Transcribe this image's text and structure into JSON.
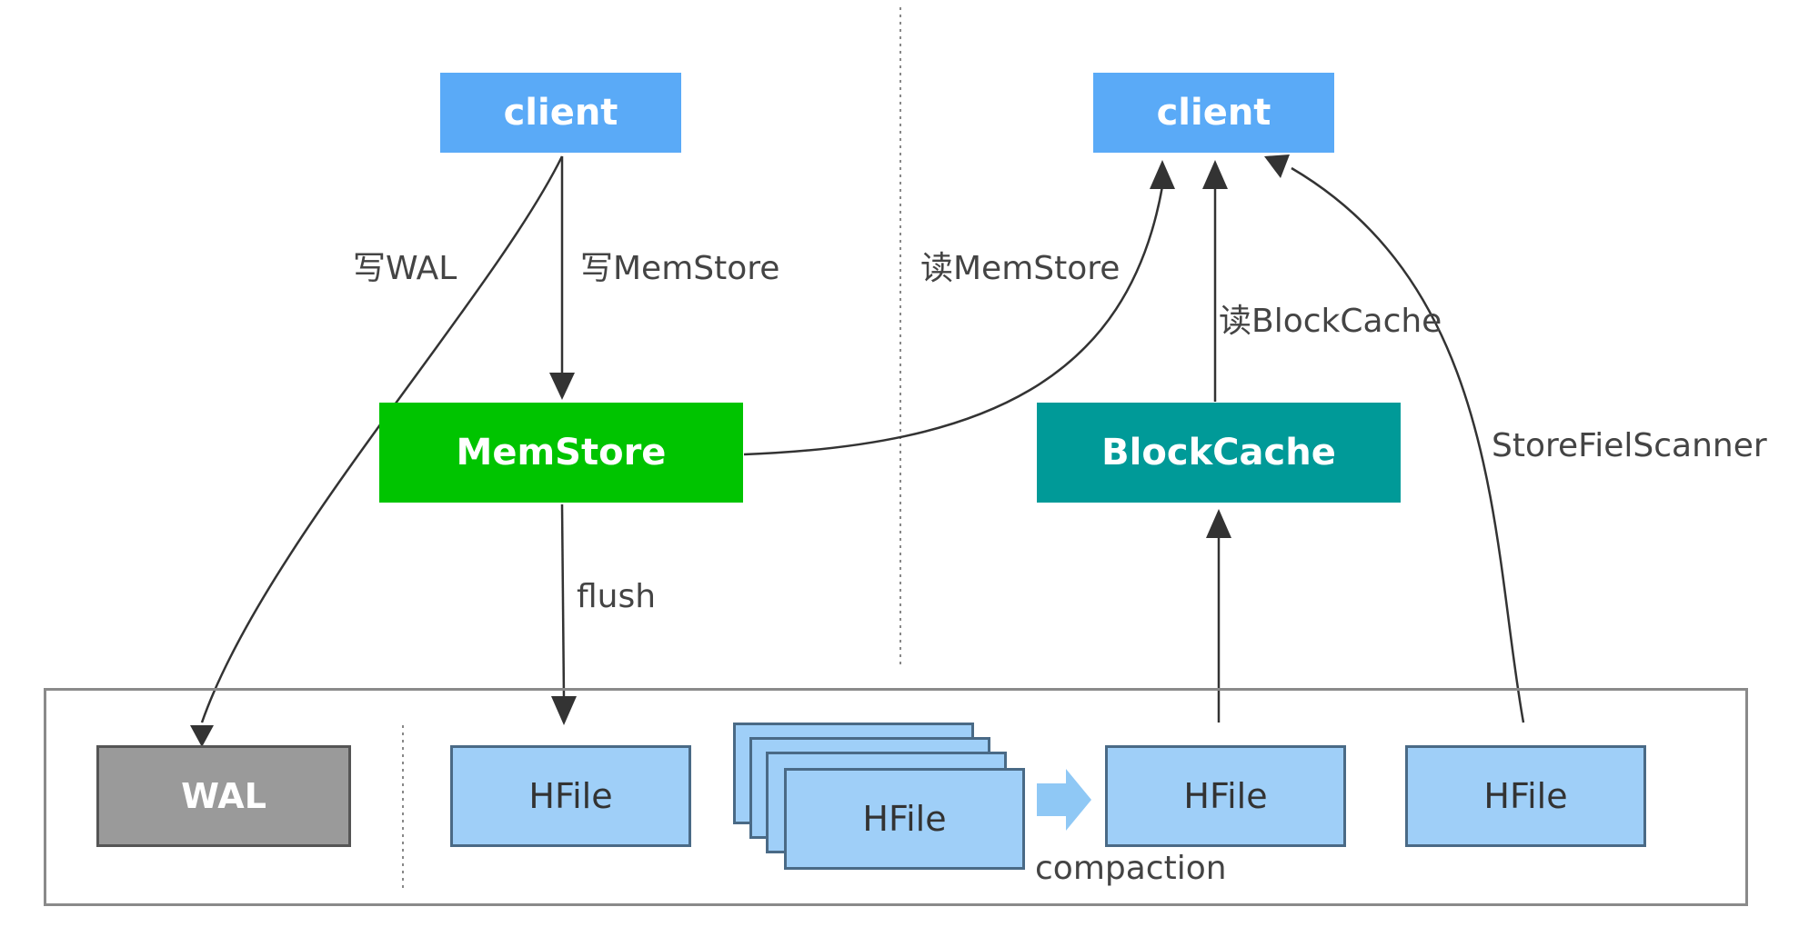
{
  "nodes": {
    "client_write": "client",
    "client_read": "client",
    "memstore": "MemStore",
    "blockcache": "BlockCache",
    "wal": "WAL",
    "hfile_flushed": "HFile",
    "hfile_stack": "HFile",
    "hfile_compacted": "HFile",
    "hfile_scanned": "HFile"
  },
  "edges": {
    "write_wal": "写WAL",
    "write_memstore": "写MemStore",
    "read_memstore": "读MemStore",
    "read_blockcache": "读BlockCache",
    "store_file_scanner": "StoreFielScanner",
    "flush": "flush",
    "compaction": "compaction"
  },
  "colors": {
    "client": "#5aaaf7",
    "memstore": "#00c400",
    "blockcache": "#009a98",
    "wal": "#9a9a9a",
    "hfile": "#9fcff8",
    "compaction_arrow": "#8fc8f5",
    "edge": "#333333"
  }
}
